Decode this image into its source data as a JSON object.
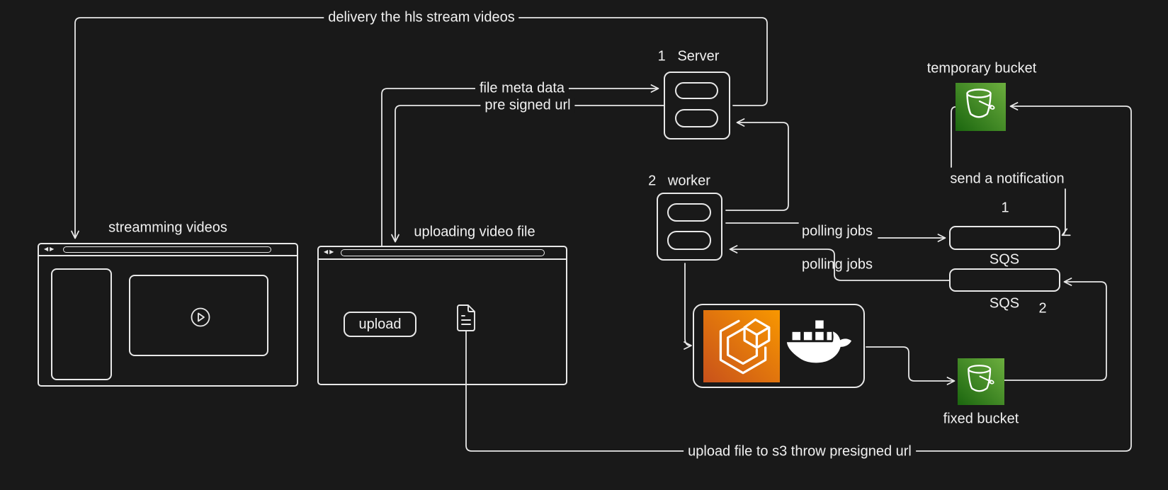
{
  "colors": {
    "background": "#191919",
    "stroke": "#e8e8e8",
    "text": "#f1f1f1",
    "s3_green_dark": "#1B660F",
    "s3_green_light": "#6CAE3E",
    "ecs_orange_dark": "#C8511B",
    "ecs_orange_light": "#F89700"
  },
  "labels": {
    "delivery": "delivery the hls stream videos",
    "file_meta": "file meta data",
    "pre_signed": "pre signed url",
    "server_title": "1   Server",
    "worker_title": "2   worker",
    "streaming_title": "streamming videos",
    "uploading_title": "uploading video file",
    "temporary_bucket_title": "temporary bucket",
    "send_notification": "send a notification",
    "sqs_top_number": "1",
    "sqs_top_title": "SQS",
    "sqs_bottom_title": "SQS",
    "sqs_bottom_number": "2",
    "polling_jobs_top": "polling jobs",
    "polling_jobs_bottom": "polling jobs",
    "fixed_bucket_title": "fixed bucket",
    "upload_to_s3": "upload file to s3 throw presigned url",
    "upload_button": "upload"
  },
  "icons": {
    "browser_back": "◀",
    "browser_forward": "▶",
    "temporary_bucket": "s3-bucket-icon",
    "fixed_bucket": "s3-bucket-icon",
    "ecs": "amazon-ecs-icon",
    "docker": "docker-whale-icon",
    "play": "play-circle-icon",
    "file": "document-icon"
  }
}
